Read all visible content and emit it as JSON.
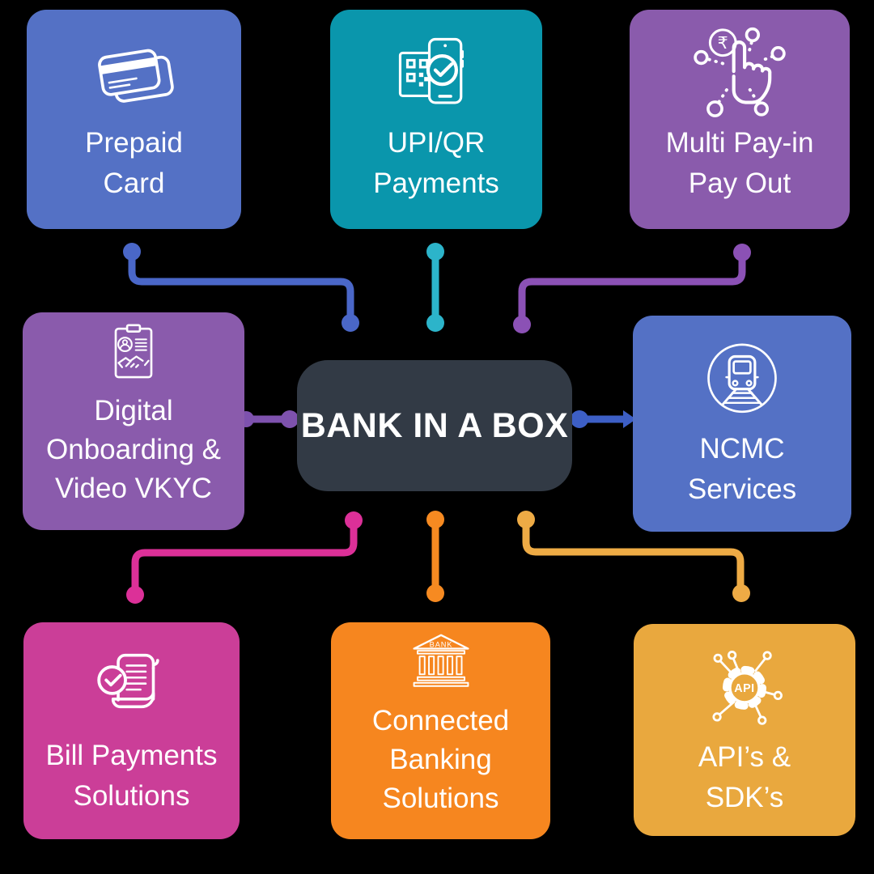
{
  "background": "#000000",
  "center": {
    "label": "BANK IN A BOX",
    "bg": "#323A45"
  },
  "nodes": [
    {
      "id": "prepaid-card",
      "lines": [
        "Prepaid",
        "Card"
      ],
      "bg": "#5471C5",
      "icon": "credit-card-icon",
      "connector_color": "#4A67C8"
    },
    {
      "id": "upi-qr-payments",
      "lines": [
        "UPI/QR",
        "Payments"
      ],
      "bg": "#0A96AC",
      "icon": "phone-qr-check-icon",
      "connector_color": "#2CB4CA"
    },
    {
      "id": "multi-pay-in-pay-out",
      "lines": [
        "Multi Pay-in",
        "Pay Out"
      ],
      "bg": "#8A5BAC",
      "icon": "tap-rupee-network-icon",
      "connector_color": "#8B51B5"
    },
    {
      "id": "digital-onboarding-vkyc",
      "lines": [
        "Digital",
        "Onboarding &",
        "Video VKYC"
      ],
      "bg": "#8A5BAC",
      "icon": "kyc-clipboard-icon",
      "connector_color": "#7E52AE"
    },
    {
      "id": "ncmc-services",
      "lines": [
        "NCMC",
        "Services"
      ],
      "bg": "#5471C5",
      "icon": "metro-train-icon",
      "connector_color": "#3D5FC6"
    },
    {
      "id": "bill-payments-solutions",
      "lines": [
        "Bill Payments",
        "Solutions"
      ],
      "bg": "#CB3E98",
      "icon": "bill-scroll-check-icon",
      "connector_color": "#DC3098"
    },
    {
      "id": "connected-banking",
      "lines": [
        "Connected",
        "Banking",
        "Solutions"
      ],
      "bg": "#F6861F",
      "icon": "bank-building-icon",
      "connector_color": "#F68A21"
    },
    {
      "id": "apis-sdks",
      "lines": [
        "API’s &",
        "SDK’s"
      ],
      "bg": "#E9A83E",
      "icon": "api-gear-icon",
      "connector_color": "#EEAB45"
    }
  ],
  "icon_labels": {
    "rupee": "₹",
    "bank_sign": "BANK",
    "api_text": "API"
  }
}
